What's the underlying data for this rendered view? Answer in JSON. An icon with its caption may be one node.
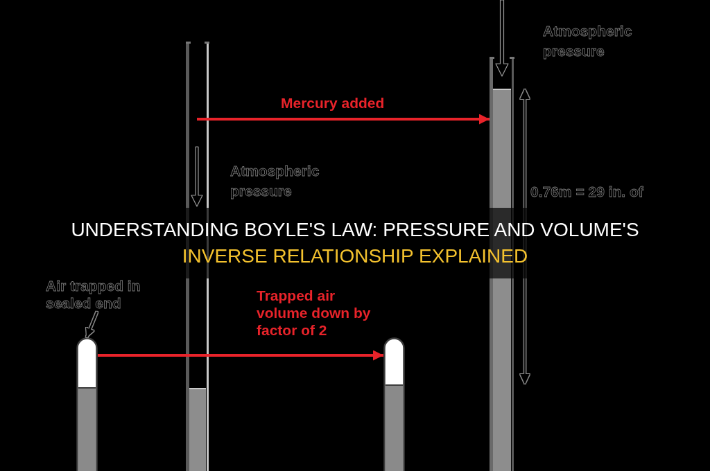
{
  "diagram": {
    "title": "UNDERSTANDING BOYLE'S LAW: PRESSURE AND VOLUME'S INVERSE RELATIONSHIP EXPLAINED",
    "nodes": [
      {
        "text": [],
        "shape": "tube"
      },
      {
        "text": [
          "Air trapped in sealed end"
        ]
      },
      {
        "text": [],
        "shape": "tube"
      },
      {
        "text": [],
        "shape": "tube"
      }
    ],
    "edges": [
      {
        "from": null,
        "to": 0,
        "arrow": "to",
        "label": "Mercury added",
        "color": "#e8232a"
      },
      {
        "from": 2,
        "to": 3,
        "arrow": "to",
        "label": "Trapped air volume down by factor of 2",
        "color": "#e8232a"
      },
      {
        "from": 1,
        "to": 2,
        "arrow": "to",
        "color": "#000000"
      }
    ],
    "labels": [
      "Atmospheric pressure",
      "Atmospheric pressure",
      "0.76m = 29 in. of"
    ]
  }
}
